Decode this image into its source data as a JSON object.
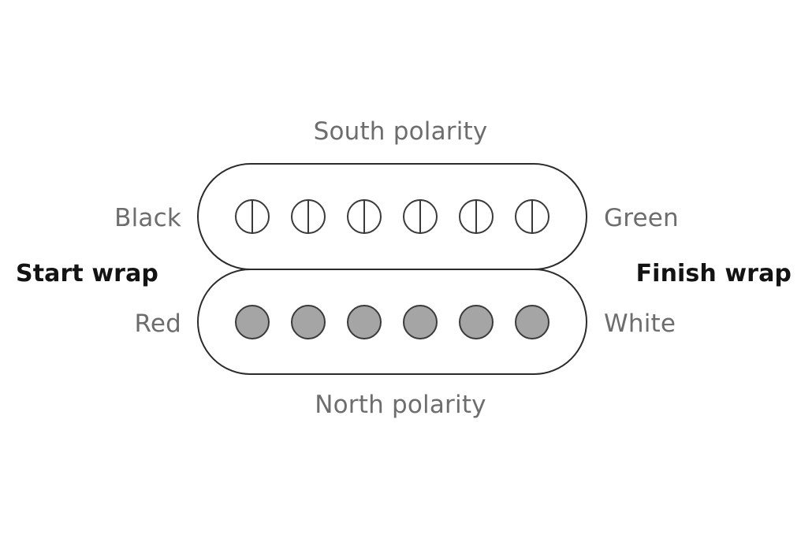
{
  "diagram": {
    "title": "Humbucker pickup coil polarity and wire colour diagram",
    "colors": {
      "outline": "#2b2b2b",
      "label_gray": "#6d6d6d",
      "label_black": "#131313",
      "slug_fill": "#a5a5a5",
      "background": "#ffffff"
    },
    "annotations": {
      "south_polarity": "South polarity",
      "north_polarity": "North polarity",
      "start_wrap": "Start wrap",
      "finish_wrap": "Finish wrap"
    },
    "coils": [
      {
        "id": "top-coil",
        "polarity_label": "South polarity",
        "polarity_position": "top",
        "left_wire": "Black",
        "right_wire": "Green",
        "pole_type": "screw",
        "pole_count": 6,
        "poles": [
          {
            "index": 1,
            "type": "screw"
          },
          {
            "index": 2,
            "type": "screw"
          },
          {
            "index": 3,
            "type": "screw"
          },
          {
            "index": 4,
            "type": "screw"
          },
          {
            "index": 5,
            "type": "screw"
          },
          {
            "index": 6,
            "type": "screw"
          }
        ]
      },
      {
        "id": "bottom-coil",
        "polarity_label": "North polarity",
        "polarity_position": "bottom",
        "left_wire": "Red",
        "right_wire": "White",
        "pole_type": "slug",
        "pole_count": 6,
        "poles": [
          {
            "index": 1,
            "type": "slug"
          },
          {
            "index": 2,
            "type": "slug"
          },
          {
            "index": 3,
            "type": "slug"
          },
          {
            "index": 4,
            "type": "slug"
          },
          {
            "index": 5,
            "type": "slug"
          },
          {
            "index": 6,
            "type": "slug"
          }
        ]
      }
    ]
  }
}
